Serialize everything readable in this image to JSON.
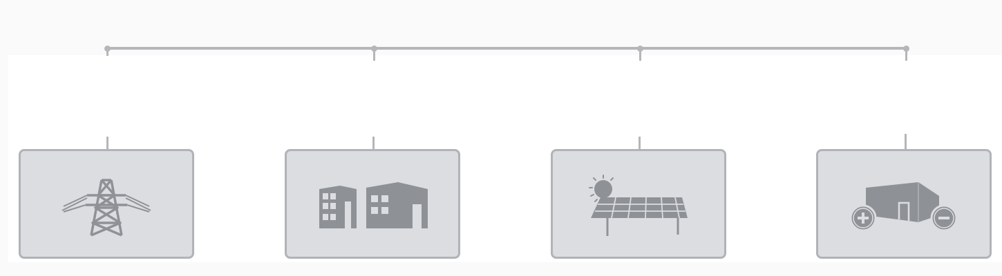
{
  "diagram": {
    "colors": {
      "background": "#fafafa",
      "panel": "#ffffff",
      "connector": "#b4b6b9",
      "box_fill": "#dcdde0",
      "box_border": "#b0b3b7",
      "icon": "#8e9297"
    },
    "nodes": [
      {
        "id": "grid",
        "icon": "transmission-tower-icon"
      },
      {
        "id": "buildings",
        "icon": "buildings-icon"
      },
      {
        "id": "solar",
        "icon": "solar-panel-icon"
      },
      {
        "id": "storage",
        "icon": "battery-storage-icon"
      }
    ]
  }
}
